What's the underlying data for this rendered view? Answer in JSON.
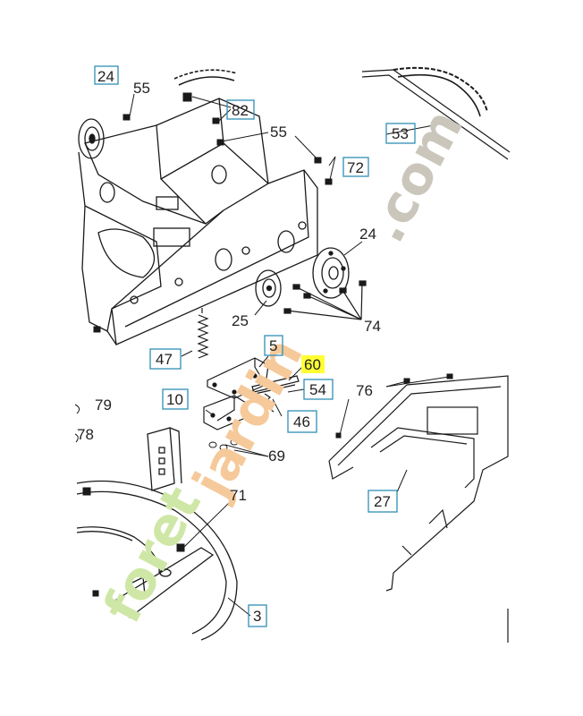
{
  "labels": {
    "l24a": "24",
    "l55a": "55",
    "l82": "82",
    "l55b": "55",
    "l72": "72",
    "l53": "53",
    "l24b": "24",
    "l25": "25",
    "l74": "74",
    "l47": "47",
    "l5": "5",
    "l60": "60",
    "l54": "54",
    "l76": "76",
    "l10": "10",
    "l46": "46",
    "l79": "79",
    "l78": "78",
    "l69": "69",
    "l27": "27",
    "l71": "71",
    "l3": "3"
  },
  "watermark": {
    "part1": "foret",
    "part2": "jardin",
    "part3": ".com"
  },
  "colors": {
    "line": "#1a1a1a",
    "box": "#2f8fb5",
    "highlight": "#ffff33",
    "wm_green": "#cfe7a6",
    "wm_orange": "#f6c99a",
    "wm_gray": "#cbc6bb"
  }
}
